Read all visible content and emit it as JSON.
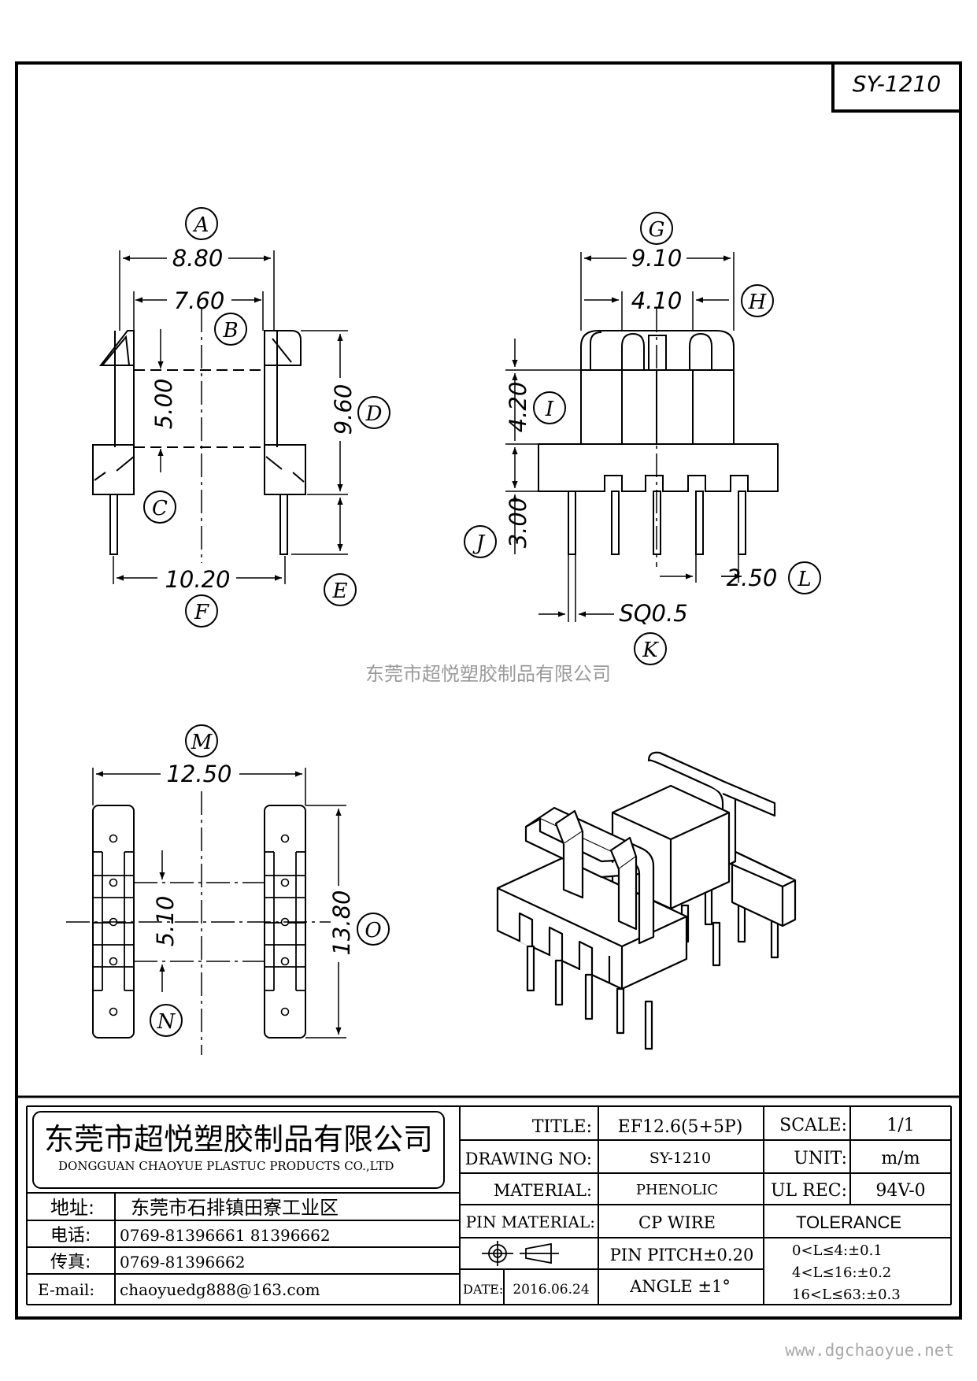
{
  "part_code": "SY-1210",
  "watermark": "东莞市超悦塑胶制品有限公司",
  "website": "www.dgchaoyue.net",
  "dimensions": {
    "A": "8.80",
    "B": "7.60",
    "C": "5.00",
    "D": "9.60",
    "F": "10.20",
    "G": "9.10",
    "H": "4.10",
    "I": "4.20",
    "J": "3.00",
    "L": "2.50",
    "K": "SQ0.5",
    "M": "12.50",
    "N": "5.10",
    "O": "13.80"
  },
  "bubbles": [
    "A",
    "B",
    "C",
    "D",
    "E",
    "F",
    "G",
    "H",
    "I",
    "J",
    "K",
    "L",
    "M",
    "N",
    "O"
  ],
  "title_block": {
    "company_cn": "东莞市超悦塑胶制品有限公司",
    "company_en": "DONGGUAN CHAOYUE PLASTUC PRODUCTS CO.,LTD",
    "address_label": "地址:",
    "address_value": "东莞市石排镇田寮工业区",
    "phone_label": "电话:",
    "phone_value": "0769-81396661   81396662",
    "fax_label": "传真:",
    "fax_value": "0769-81396662",
    "email_label": "E-mail:",
    "email_value": "chaoyuedg888@163.com",
    "title_label": "TITLE:",
    "title_value": "EF12.6(5+5P)",
    "drawing_no_label": "DRAWING NO:",
    "drawing_no_value": "SY-1210",
    "material_label": "MATERIAL:",
    "material_value": "PHENOLIC",
    "pin_material_label": "PIN MATERIAL:",
    "pin_material_value": "CP WIRE",
    "pin_pitch": "PIN PITCH±0.20",
    "date_label": "DATE:",
    "date_value": "2016.06.24",
    "angle": "ANGLE  ±1°",
    "scale_label": "SCALE:",
    "scale_value": "1/1",
    "unit_label": "UNIT:",
    "unit_value": "m/m",
    "ul_label": "UL REC:",
    "ul_value": "94V-0",
    "tolerance_label": "TOLERANCE",
    "tolerances": [
      "0<L≤4:±0.1",
      "4<L≤16:±0.2",
      "16<L≤63:±0.3"
    ]
  }
}
